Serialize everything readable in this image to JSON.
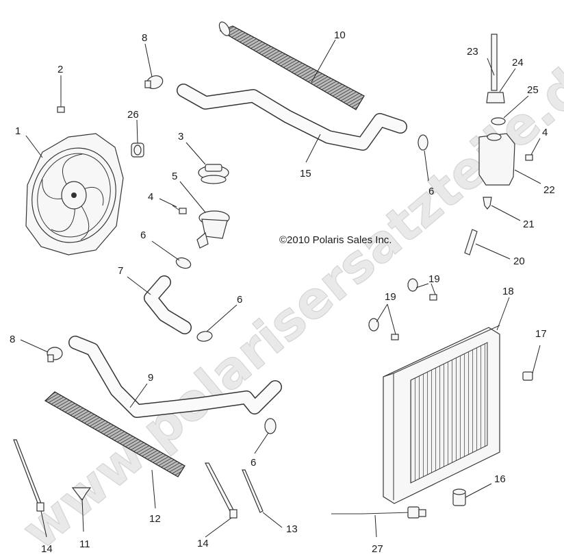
{
  "copyright": "©2010 Polaris Sales Inc.",
  "watermark": "www.polarisersatzteile.de",
  "callouts": [
    "1",
    "2",
    "3",
    "4",
    "4",
    "5",
    "6",
    "6",
    "6",
    "6",
    "7",
    "8",
    "8",
    "9",
    "10",
    "11",
    "12",
    "13",
    "14",
    "14",
    "15",
    "16",
    "17",
    "18",
    "19",
    "19",
    "20",
    "21",
    "22",
    "23",
    "24",
    "25",
    "26",
    "27"
  ]
}
